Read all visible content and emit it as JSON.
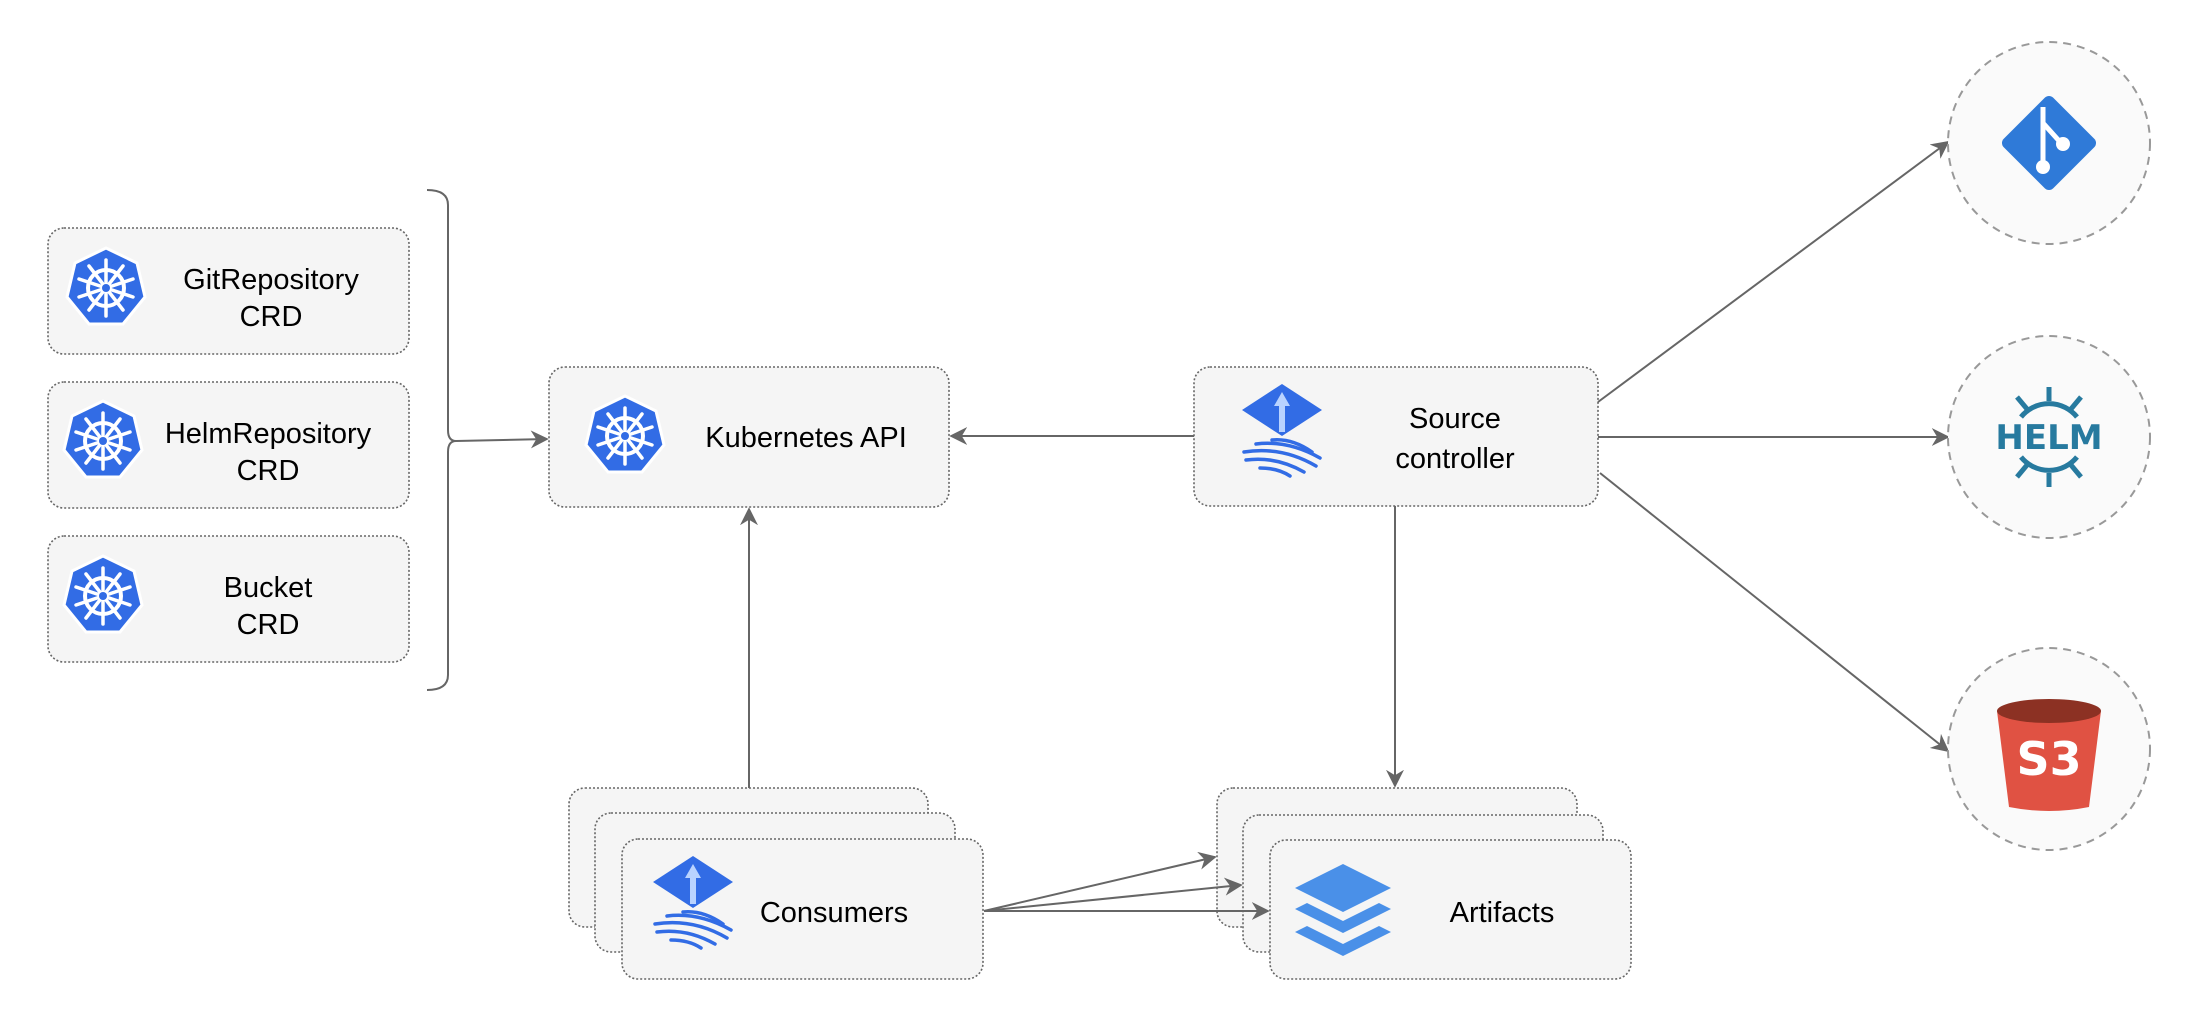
{
  "nodes": {
    "git_repository_crd": {
      "line1": "GitRepository",
      "line2": "CRD",
      "icon": "kubernetes-icon"
    },
    "helm_repository_crd": {
      "line1": "HelmRepository",
      "line2": "CRD",
      "icon": "kubernetes-icon"
    },
    "bucket_crd": {
      "line1": "Bucket",
      "line2": "CRD",
      "icon": "kubernetes-icon"
    },
    "kubernetes_api": {
      "label": "Kubernetes API",
      "icon": "kubernetes-icon"
    },
    "source_controller": {
      "line1": "Source",
      "line2": "controller",
      "icon": "flux-icon"
    },
    "consumers": {
      "label": "Consumers",
      "icon": "flux-icon"
    },
    "artifacts": {
      "label": "Artifacts",
      "icon": "layers-icon"
    },
    "git": {
      "icon": "git-icon"
    },
    "helm": {
      "icon": "helm-icon",
      "logo_text": "HELM"
    },
    "s3": {
      "icon": "s3-bucket-icon",
      "logo_text": "S3"
    }
  },
  "colors": {
    "kubernetes_blue": "#326ce5",
    "git_blue": "#2f7ad8",
    "helm_teal": "#277a9f",
    "s3_red": "#e05243",
    "s3_dark": "#8c3123",
    "edge": "#666666"
  }
}
